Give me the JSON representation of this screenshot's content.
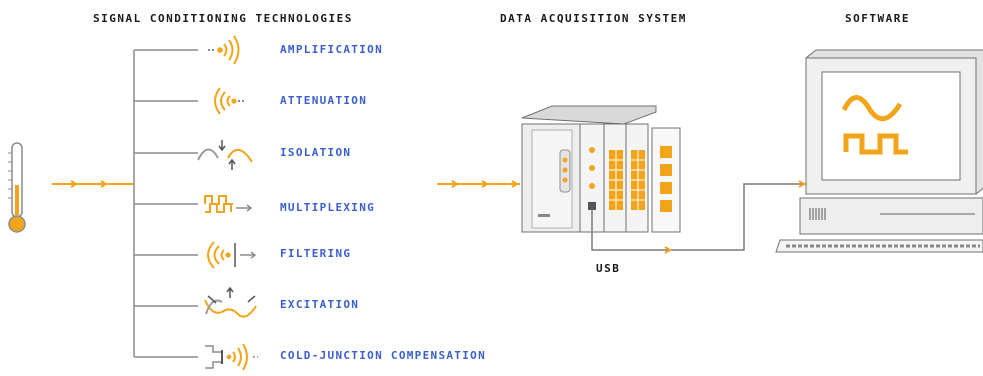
{
  "headers": {
    "signal_conditioning": "SIGNAL CONDITIONING TECHNOLOGIES",
    "daq": "DATA ACQUISITION SYSTEM",
    "software": "SOFTWARE"
  },
  "technologies": [
    "AMPLIFICATION",
    "ATTENUATION",
    "ISOLATION",
    "MULTIPLEXING",
    "FILTERING",
    "EXCITATION",
    "COLD-JUNCTION COMPENSATION"
  ],
  "usb_label": "USB",
  "colors": {
    "accent": "#f2a51a",
    "label": "#3a5fcd",
    "line": "#8c8c8c",
    "text": "#1a1a1a"
  }
}
